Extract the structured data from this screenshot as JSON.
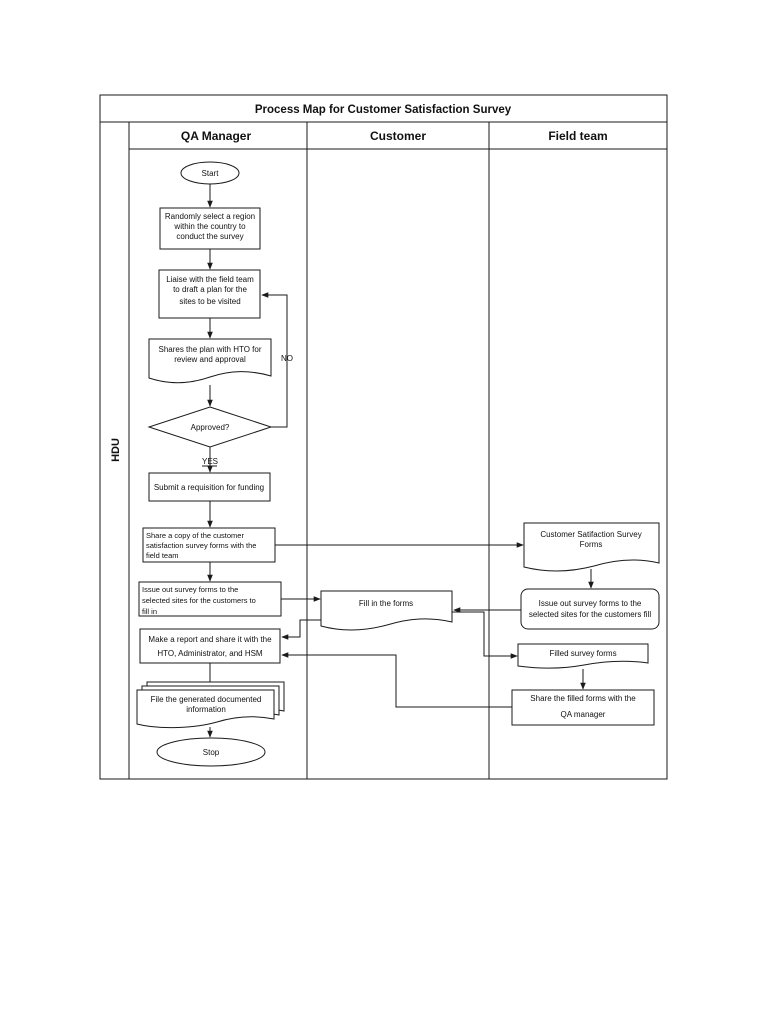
{
  "title": "Process Map for Customer Satisfaction Survey",
  "pool_label": "HDU",
  "lanes": {
    "qa_manager": "QA Manager",
    "customer": "Customer",
    "field_team": "Field team"
  },
  "nodes": {
    "start": "Start",
    "select_region": [
      "Randomly select a region",
      "within the country to",
      "conduct the survey"
    ],
    "liaise": [
      "Liaise with the field team",
      "to draft a plan for the",
      "sites to be visited"
    ],
    "share_plan": [
      "Shares the plan with HTO for",
      "review and approval"
    ],
    "approved": "Approved?",
    "requisition": "Submit a requisition for funding",
    "share_copy": [
      "Share  a  copy  of  the  customer",
      "satisfaction  survey  forms  with  the",
      "field team"
    ],
    "issue_forms_qa": [
      "Issue  out  survey  forms  to  the",
      "selected sites for the customers to",
      "fill in"
    ],
    "report": [
      "Make a report and share it with the",
      "HTO, Administrator, and HSM"
    ],
    "file_docs": [
      "File the generated documented",
      "information"
    ],
    "stop": "Stop",
    "fill_forms": "Fill in the forms",
    "csat_forms": [
      "Customer Satifaction Survey",
      "Forms"
    ],
    "issue_forms_field": [
      "Issue out survey forms to the",
      "selected sites for the customers fill"
    ],
    "filled_forms": "Filled survey forms",
    "share_filled": [
      "Share the filled forms with the",
      "QA manager"
    ]
  },
  "edge_labels": {
    "no": "NO",
    "yes": "YES"
  }
}
